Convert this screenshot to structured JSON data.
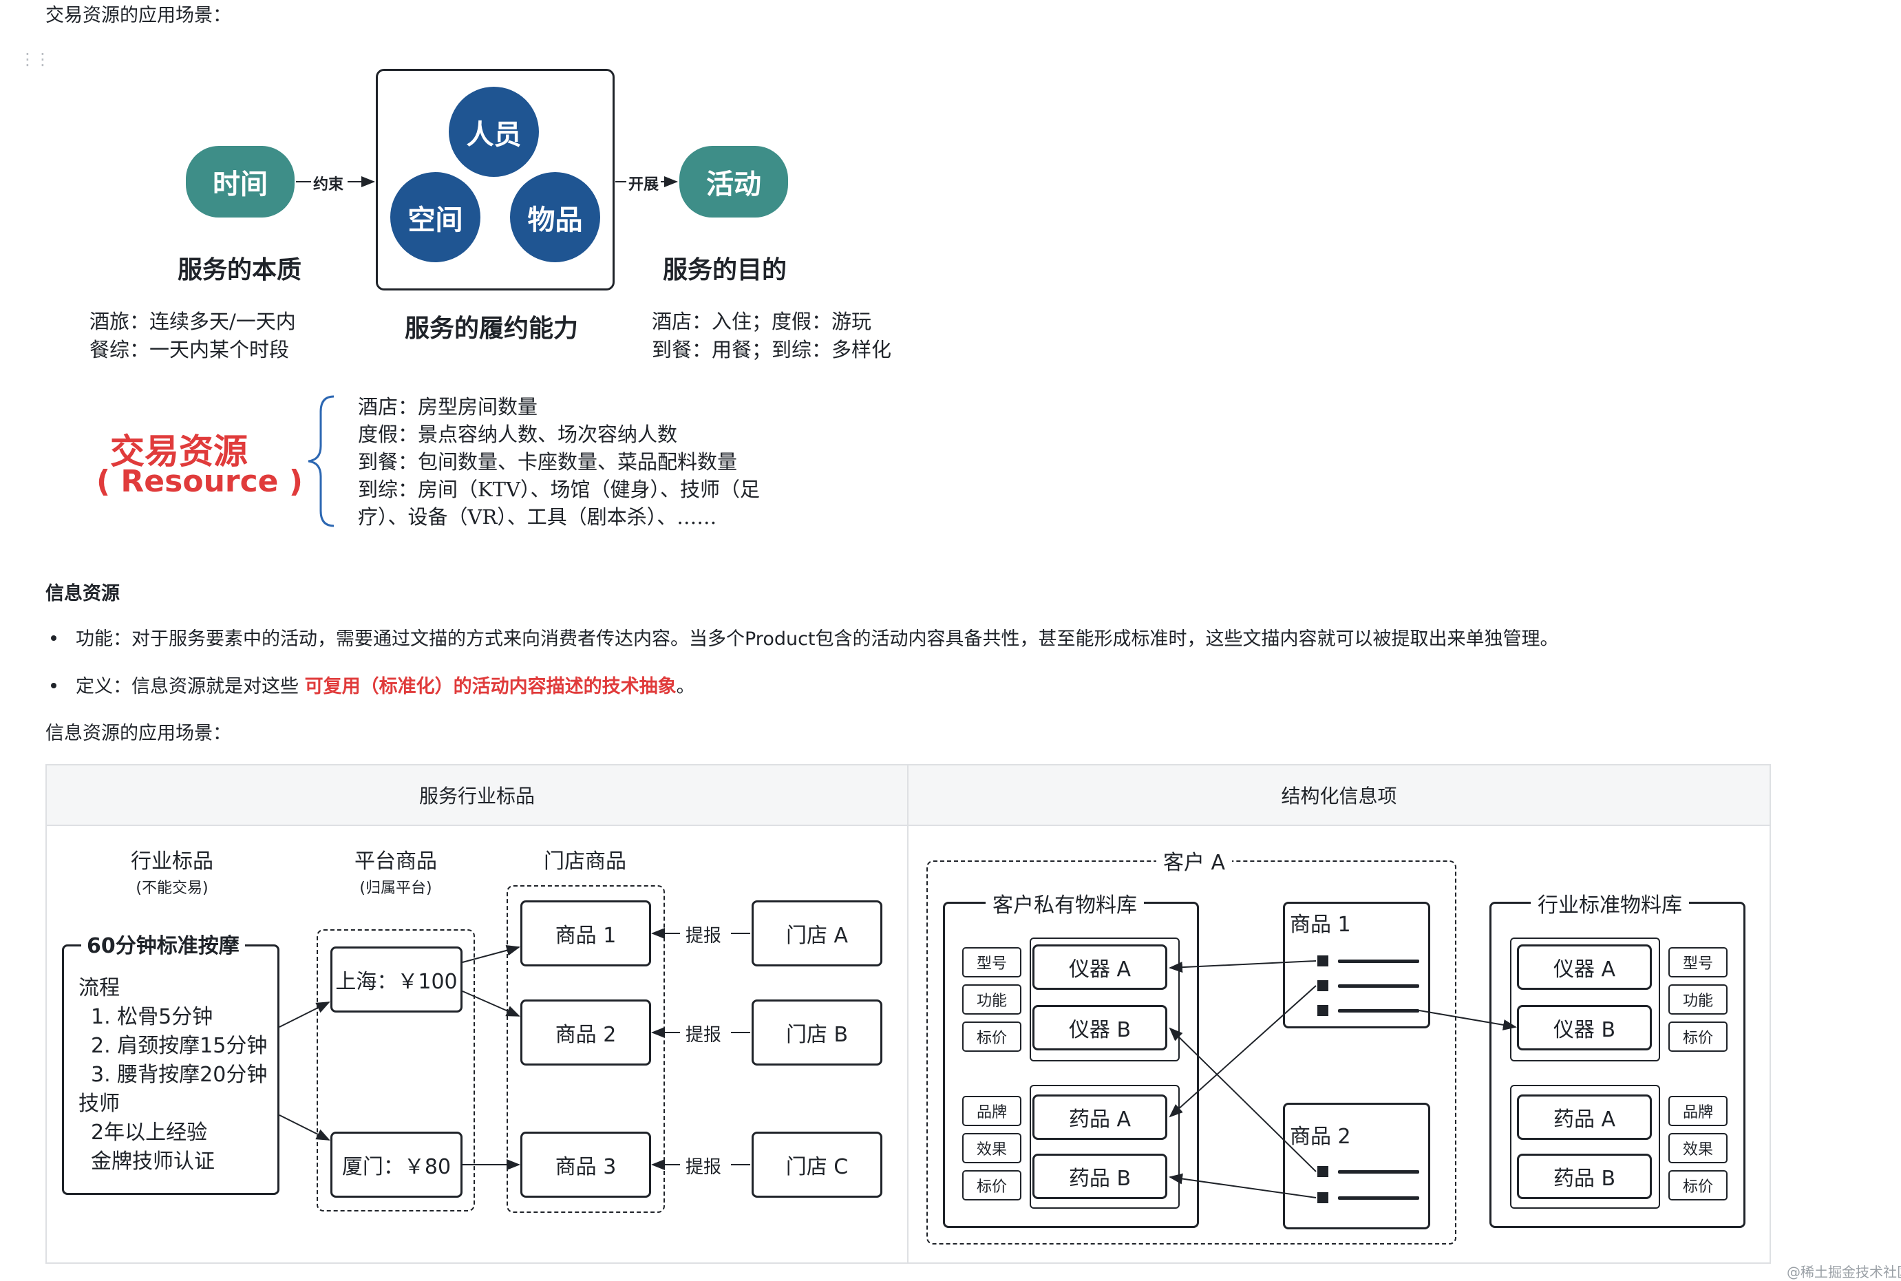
{
  "intro": {
    "line1": "交易资源的应用场景："
  },
  "diagram1": {
    "pill_time": "时间",
    "pill_activity": "活动",
    "arrow_constrain": "约束",
    "arrow_carry": "开展",
    "circle_person": "人员",
    "circle_space": "空间",
    "circle_goods": "物品",
    "label_essence": "服务的本质",
    "label_capability": "服务的履约能力",
    "label_purpose": "服务的目的",
    "essence_lines": [
      "酒旅：连续多天/一天内",
      "餐综：一天内某个时段"
    ],
    "purpose_lines": [
      "酒店：入住；度假：游玩",
      "到餐：用餐；到综：多样化"
    ]
  },
  "resource": {
    "title_cn": "交易资源",
    "title_en": "( Resource )",
    "lines": [
      "酒店：房型房间数量",
      "度假：景点容纳人数、场次容纳人数",
      "到餐：包间数量、卡座数量、菜品配料数量",
      "到综：房间（KTV）、场馆（健身）、技师（足",
      "疗）、设备（VR）、工具（剧本杀）、……"
    ]
  },
  "info": {
    "heading": "信息资源",
    "bullet1": "功能：对于服务要素中的活动，需要通过文描的方式来向消费者传达内容。当多个Product包含的活动内容具备共性，甚至能形成标准时，这些文描内容就可以被提取出来单独管理。",
    "bullet2_prefix": "定义：信息资源就是对这些 ",
    "bullet2_highlight": "可复用（标准化）的活动内容描述的技术抽象",
    "bullet2_suffix": "。",
    "scene_label": "信息资源的应用场景："
  },
  "table": {
    "header_left": "服务行业标品",
    "header_right": "结构化信息项"
  },
  "left_diagram": {
    "col1_title": "行业标品",
    "col1_sub": "(不能交易)",
    "col2_title": "平台商品",
    "col2_sub": "(归属平台)",
    "col3_title": "门店商品",
    "std_title": "60分钟标准按摩",
    "std_lines": [
      "流程",
      "1. 松骨5分钟",
      "2. 肩颈按摩15分钟",
      "3. 腰背按摩20分钟",
      "技师",
      "2年以上经验",
      "金牌技师认证"
    ],
    "platform_items": [
      "上海：￥100",
      "厦门：￥80"
    ],
    "store_products": [
      "商品 1",
      "商品 2",
      "商品 3"
    ],
    "report_label": "提报",
    "stores": [
      "门店 A",
      "门店 B",
      "门店 C"
    ]
  },
  "right_diagram": {
    "customer": "客户 A",
    "private_lib": "客户私有物料库",
    "industry_lib": "行业标准物料库",
    "instruments": [
      "仪器 A",
      "仪器 B"
    ],
    "drugs": [
      "药品 A",
      "药品 B"
    ],
    "attrs1": [
      "型号",
      "功能",
      "标价"
    ],
    "attrs2": [
      "品牌",
      "效果",
      "标价"
    ],
    "product1": "商品 1",
    "product2": "商品 2"
  },
  "footer": {
    "credit": "@稀土掘金技术社区"
  },
  "colors": {
    "teal": "#3e8e88",
    "navy": "#1f5592",
    "red": "#e03b3b"
  }
}
